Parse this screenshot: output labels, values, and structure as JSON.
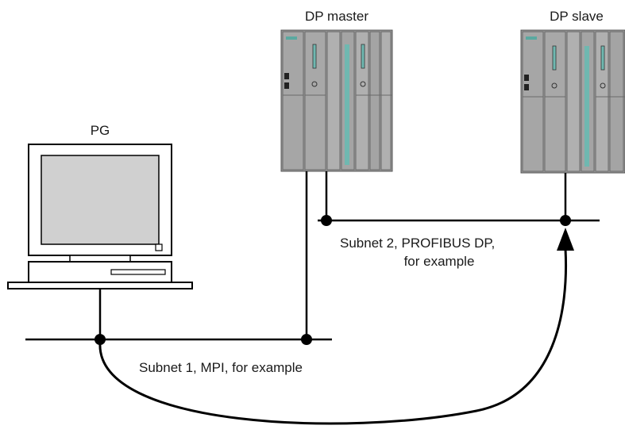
{
  "labels": {
    "pg": "PG",
    "dp_master": "DP master",
    "dp_slave": "DP slave",
    "subnet2_line1": "Subnet 2, PROFIBUS DP,",
    "subnet2_line2": "for example",
    "subnet1": "Subnet 1, MPI, for example"
  },
  "colors": {
    "plc_dark": "#8f8f8f",
    "plc_mid": "#a8a8a8",
    "plc_light": "#c4c4c4",
    "plc_accent": "#6fb8b0",
    "line": "#000000"
  }
}
